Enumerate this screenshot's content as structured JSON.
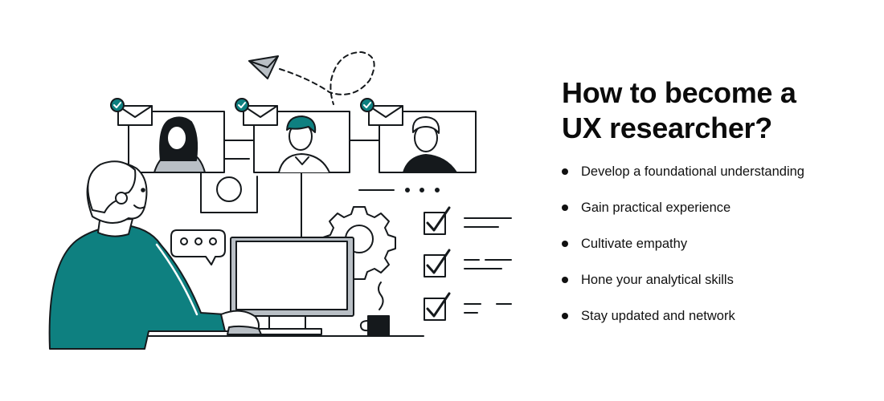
{
  "heading": {
    "line1": "How to become a",
    "line2": "UX researcher?"
  },
  "steps": [
    "Develop a foundational understanding",
    "Gain practical experience",
    "Cultivate empathy",
    "Hone your analytical skills",
    "Stay updated and network"
  ],
  "colors": {
    "teal": "#0e8080",
    "ink": "#15191c",
    "grey": "#b9bfc5"
  }
}
